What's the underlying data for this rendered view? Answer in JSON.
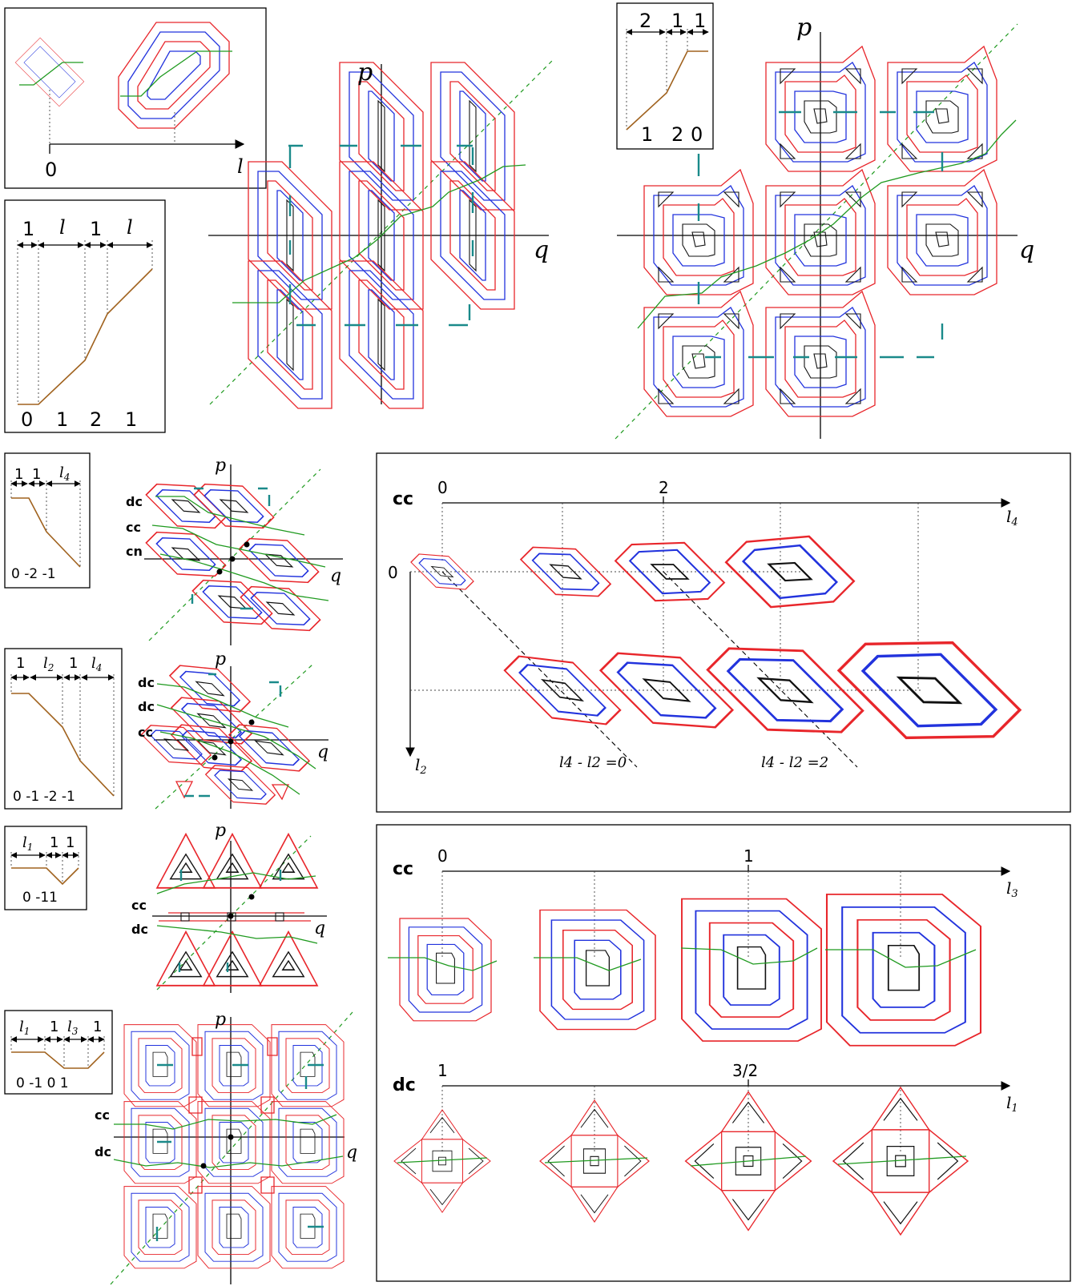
{
  "axis_labels": {
    "p": "p",
    "q": "q",
    "l": "l",
    "l1": "l",
    "l2": "l",
    "l3": "l",
    "l4": "l",
    "sub1": "1",
    "sub2": "2",
    "sub3": "3",
    "sub4": "4"
  },
  "inset_a": {
    "origin": "0",
    "axis": "l"
  },
  "inset_b": {
    "top": [
      "1",
      "l",
      "1",
      "l"
    ],
    "bottom": [
      "0",
      "1",
      "2",
      "1"
    ]
  },
  "inset_c": {
    "top": [
      "2",
      "1",
      "1"
    ],
    "bottom": [
      "1",
      "2",
      "0"
    ]
  },
  "inset_d": {
    "top": [
      "1",
      "1",
      "l4"
    ],
    "bottom": "0 -2  -1"
  },
  "inset_e": {
    "top": [
      "1",
      "l2",
      "1",
      "l4"
    ],
    "bottom": "0  -1  -2  -1"
  },
  "inset_f": {
    "top": [
      "l1",
      "1",
      "1"
    ],
    "bottom": "0  -11"
  },
  "inset_g": {
    "top": [
      "l1",
      "1",
      "l3",
      "1"
    ],
    "bottom": "0  -1  0   1"
  },
  "row_labels": {
    "d": [
      "dc",
      "cc",
      "cn"
    ],
    "e": [
      "dc",
      "dc",
      "cc"
    ],
    "f": [
      "cc",
      "dc"
    ],
    "g": [
      "cc",
      "dc"
    ]
  },
  "panel_top": {
    "tag": "cc",
    "ticks": [
      "0",
      "2"
    ],
    "zero_left": "0",
    "line1": "l4 - l2 =0",
    "line2": "l4 - l2 =2"
  },
  "panel_bottom": {
    "tag_cc": "cc",
    "ticks_cc": [
      "0",
      "1"
    ],
    "tag_dc": "dc",
    "ticks_dc": [
      "1",
      "3/2"
    ]
  },
  "colors": {
    "red": "#e8262b",
    "blue": "#2233dd",
    "green": "#1f9a1f",
    "brown": "#a0621e",
    "teal": "#1a8a8a"
  }
}
